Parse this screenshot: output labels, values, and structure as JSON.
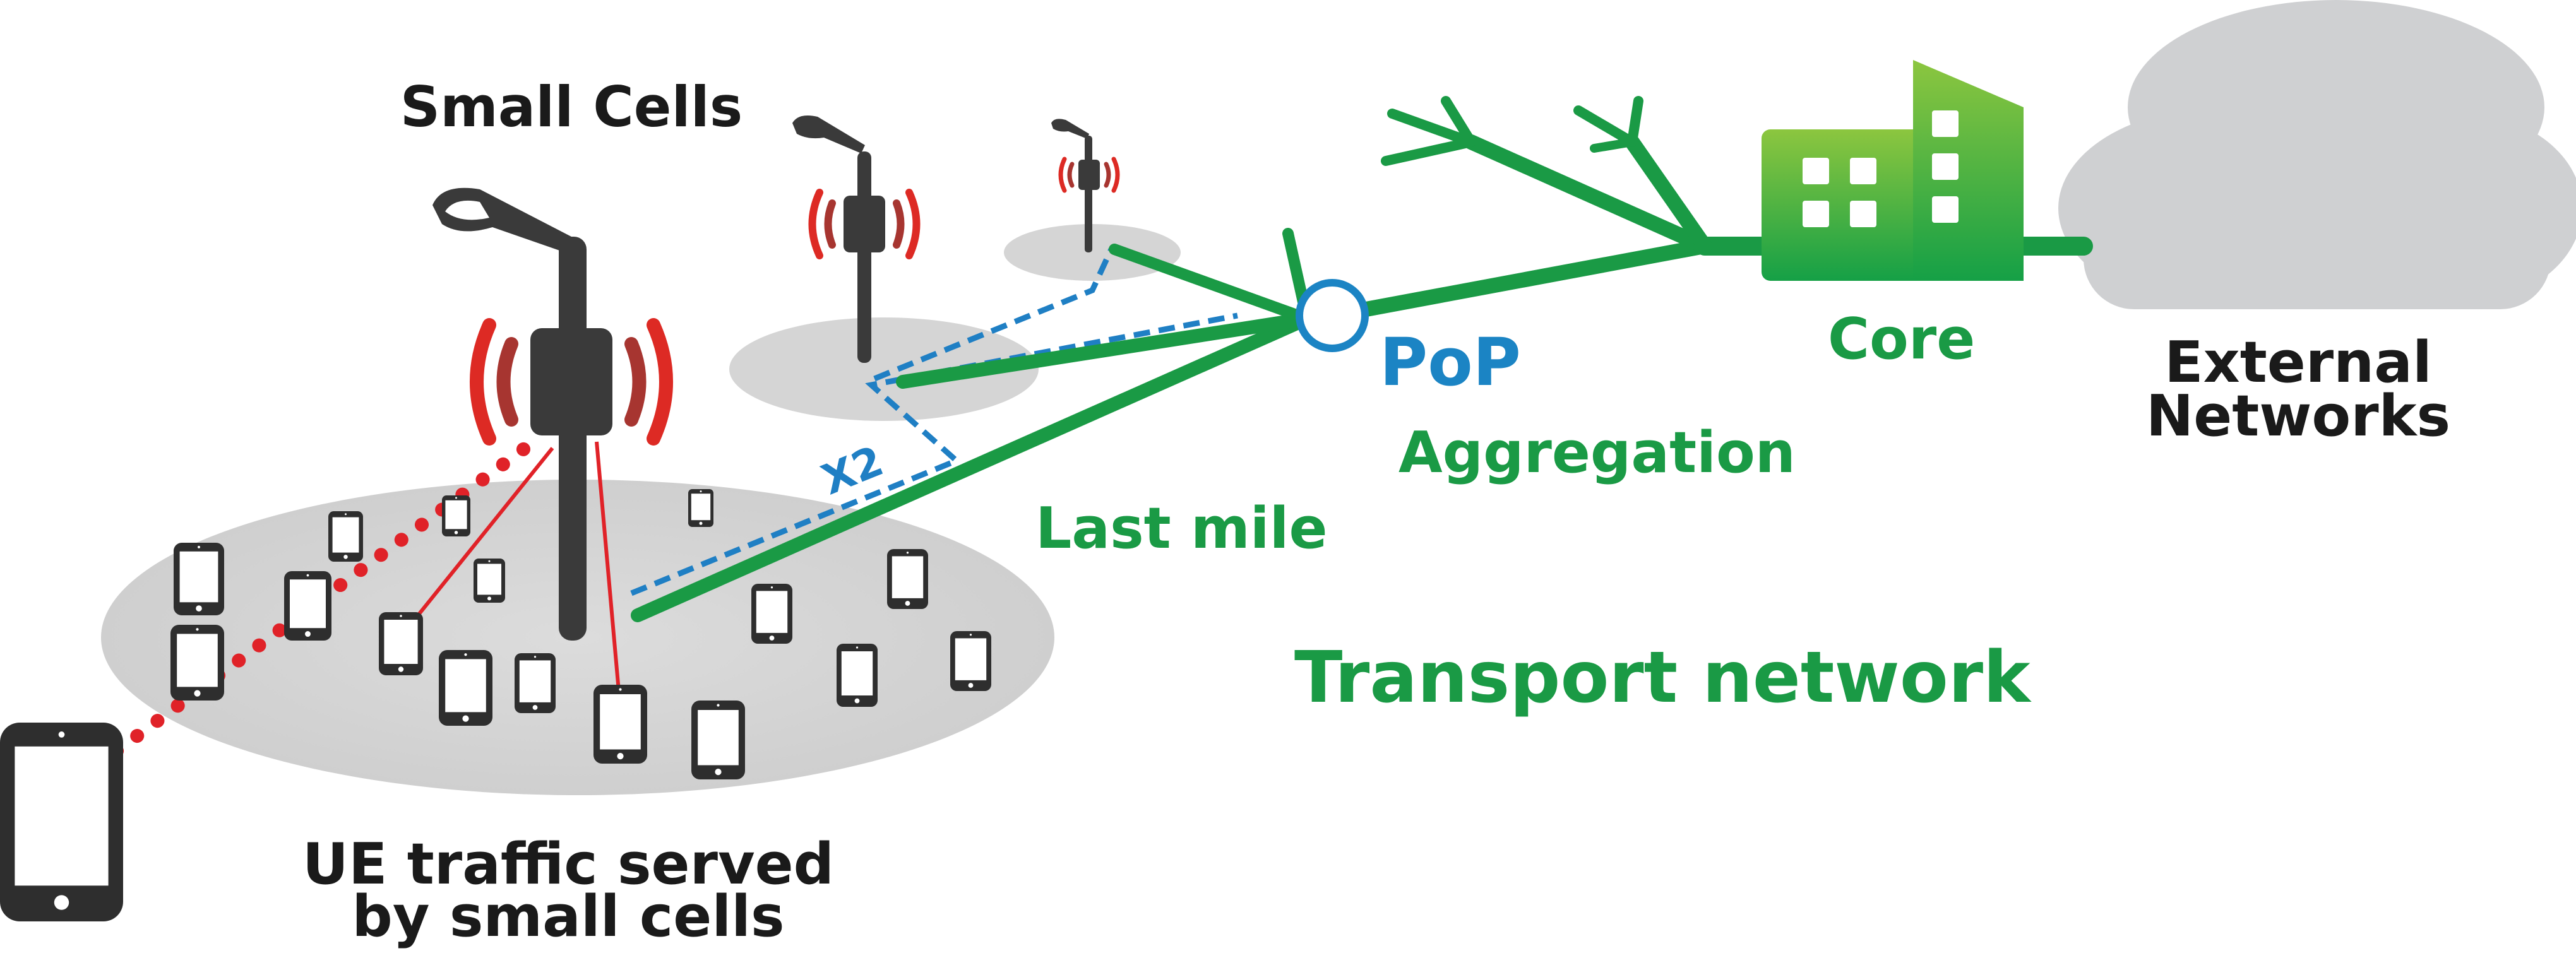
{
  "labels": {
    "small_cells": "Small Cells",
    "x2": "X2",
    "pop": "PoP",
    "core": "Core",
    "external_networks_line1": "External",
    "external_networks_line2": "Networks",
    "aggregation": "Aggregation",
    "last_mile": "Last mile",
    "transport_network": "Transport network",
    "ue_traffic_line1": "UE traffic served",
    "ue_traffic_line2": "by small cells"
  },
  "colors": {
    "transport_green": "#1a9a45",
    "core_building_top": "#8cc63f",
    "pop_blue": "#1b84c4",
    "x2_blue": "#1f7fc4",
    "ue_red": "#e02228",
    "antenna_red": "#dd2a24",
    "antenna_dark": "#3a3a3a",
    "coverage_gray": "#d5d5d5",
    "cloud_gray": "#cfd0d2",
    "text_dark": "#1a1a1a"
  },
  "icons": [
    "lamp-post-small-cell-icon",
    "smartphone-icon",
    "building-icon",
    "cloud-icon",
    "pop-node-icon"
  ]
}
